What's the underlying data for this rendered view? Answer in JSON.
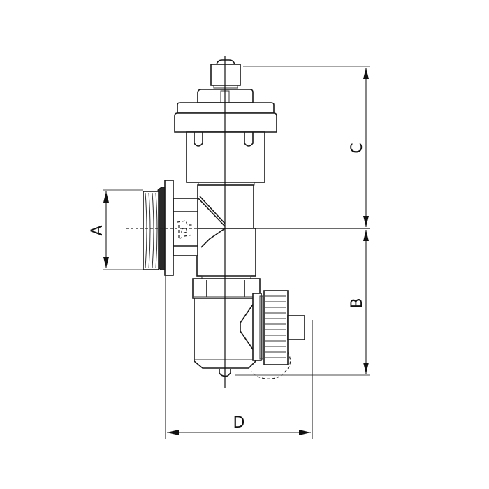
{
  "drawing": {
    "subject": "valve-technical-drawing",
    "dimensions": {
      "A": "A",
      "B": "B",
      "C": "C",
      "D": "D"
    },
    "colors": {
      "line": "#1a1a1a",
      "extension": "#888888",
      "background": "#ffffff"
    }
  }
}
